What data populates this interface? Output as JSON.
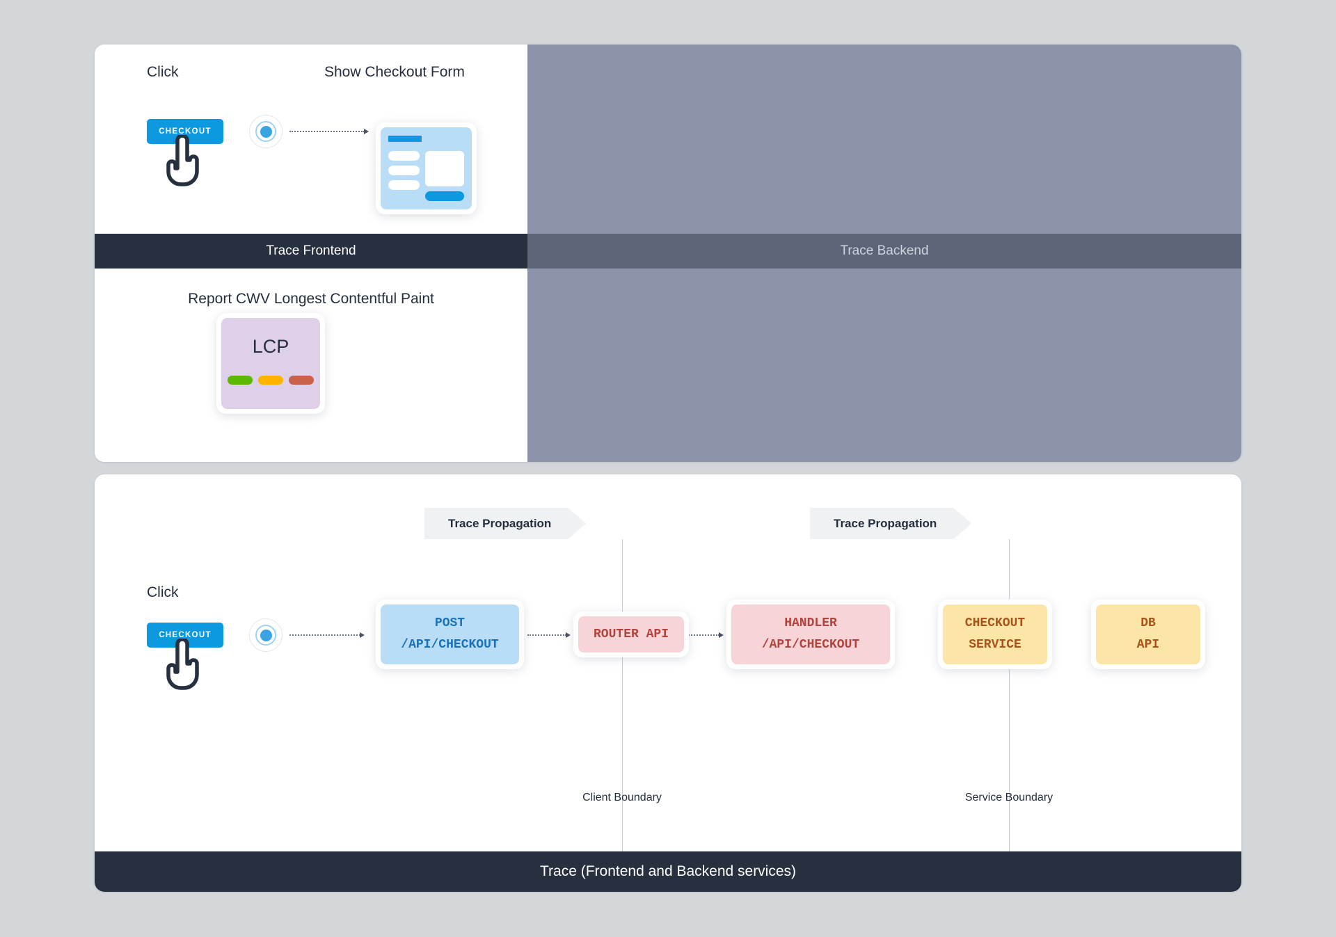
{
  "top_panel": {
    "frontend": {
      "row1": {
        "click_label": "Click",
        "form_title": "Show Checkout Form",
        "checkout_button": "CHECKOUT",
        "radio_icon": "radio-selected-icon",
        "cursor_icon": "pointer-hand-icon",
        "arrow_icon": "dotted-arrow-icon"
      },
      "divider_label": "Trace Frontend",
      "row2": {
        "title": "Report CWV Longest Contentful Paint",
        "card_label": "LCP",
        "bars": [
          {
            "name": "good",
            "color": "#5cb800"
          },
          {
            "name": "needs-improvement",
            "color": "#ffb400"
          },
          {
            "name": "poor",
            "color": "#c9604a"
          }
        ]
      }
    },
    "backend": {
      "divider_label": "Trace Backend",
      "overlay_color": "#8c93aa",
      "bar_color": "#5c6478"
    }
  },
  "bottom_panel": {
    "propagation_tags": [
      {
        "label": "Trace Propagation"
      },
      {
        "label": "Trace Propagation"
      }
    ],
    "click_label": "Click",
    "checkout_button": "CHECKOUT",
    "radio_icon": "radio-selected-icon",
    "cursor_icon": "pointer-hand-icon",
    "boundaries": [
      {
        "label": "Client Boundary"
      },
      {
        "label": "Service Boundary"
      }
    ],
    "spans": [
      {
        "line1": "POST",
        "line2": "/API/CHECKOUT",
        "style": "svc-blue",
        "name": "span-post-api-checkout"
      },
      {
        "line1": "ROUTER API",
        "line2": "",
        "style": "svc-pink",
        "name": "span-router-api"
      },
      {
        "line1": "HANDLER",
        "line2": "/API/CHECKOUT",
        "style": "svc-pink",
        "name": "span-handler-api-checkout"
      },
      {
        "line1": "CHECKOUT",
        "line2": "SERVICE",
        "style": "svc-amber",
        "name": "span-checkout-service"
      },
      {
        "line1": "DB",
        "line2": "API",
        "style": "svc-amber",
        "name": "span-db-api"
      }
    ],
    "footer_label": "Trace (Frontend and Backend services)"
  },
  "colors": {
    "accent_blue": "#0d99e0",
    "dark_bar": "#26303f",
    "backend_grey": "#8c93aa",
    "lcp_purple": "#ddd0e8"
  }
}
